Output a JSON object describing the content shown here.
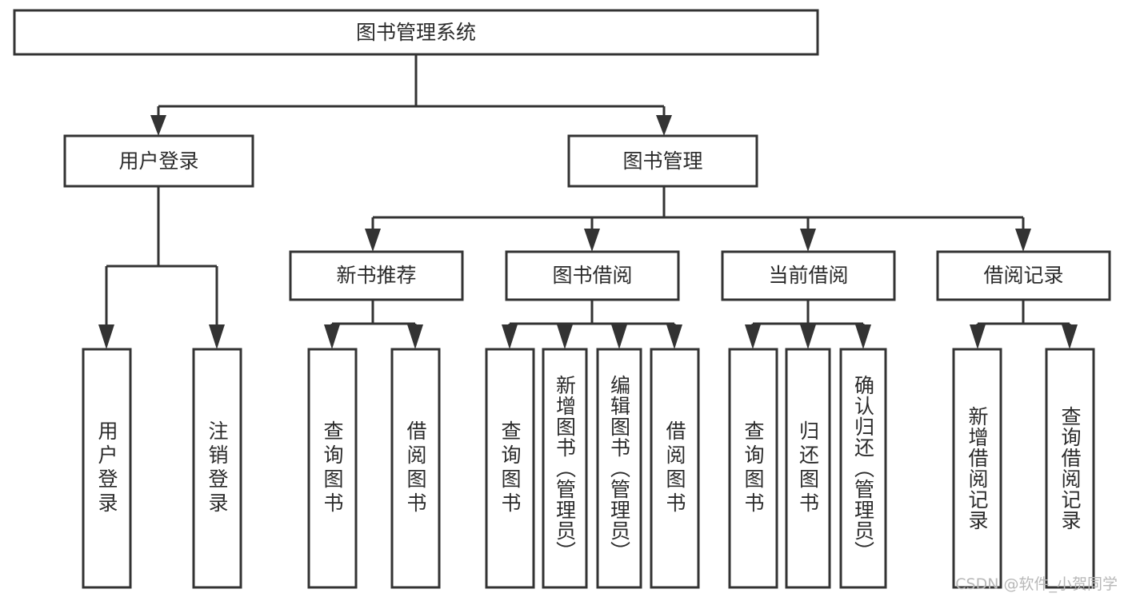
{
  "diagram": {
    "title": "图书管理系统",
    "type": "tree-hierarchy",
    "watermark": "CSDN @软件_小贺同学",
    "colors": {
      "stroke": "#333333",
      "fill": "#ffffff",
      "text": "#2b2b2b",
      "watermark": "#b8b8b8",
      "background": "#ffffff"
    },
    "levels": {
      "root": "图书管理系统",
      "level2": [
        "用户登录",
        "图书管理"
      ],
      "level3": [
        "新书推荐",
        "图书借阅",
        "当前借阅",
        "借阅记录"
      ],
      "level4": [
        "用户登录",
        "注销登录",
        "查询图书",
        "借阅图书",
        "查询图书",
        "新增图书（管理员）",
        "编辑图书（管理员）",
        "借阅图书",
        "查询图书",
        "归还图书",
        "确认归还（管理员）",
        "新增借阅记录",
        "查询借阅记录"
      ]
    },
    "nodes": {
      "root": {
        "label": "图书管理系统"
      },
      "user_login": {
        "label": "用户登录"
      },
      "book_manage": {
        "label": "图书管理"
      },
      "new_book_rec": {
        "label": "新书推荐"
      },
      "book_borrow": {
        "label": "图书借阅"
      },
      "current_borrow": {
        "label": "当前借阅"
      },
      "borrow_record": {
        "label": "借阅记录"
      },
      "leaf_user_login": {
        "label": "用户登录"
      },
      "leaf_logout": {
        "label": "注销登录"
      },
      "leaf_query_book_1": {
        "label": "查询图书"
      },
      "leaf_borrow_book_1": {
        "label": "借阅图书"
      },
      "leaf_query_book_2": {
        "label": "查询图书"
      },
      "leaf_add_book": {
        "label": "新增图书（管理员）"
      },
      "leaf_edit_book": {
        "label": "编辑图书（管理员）"
      },
      "leaf_borrow_book_2": {
        "label": "借阅图书"
      },
      "leaf_query_book_3": {
        "label": "查询图书"
      },
      "leaf_return_book": {
        "label": "归还图书"
      },
      "leaf_confirm_return": {
        "label": "确认归还（管理员）"
      },
      "leaf_add_record": {
        "label": "新增借阅记录"
      },
      "leaf_query_record": {
        "label": "查询借阅记录"
      }
    },
    "edges": [
      {
        "from": "root",
        "to": "user_login"
      },
      {
        "from": "root",
        "to": "book_manage"
      },
      {
        "from": "user_login",
        "to": "leaf_user_login"
      },
      {
        "from": "user_login",
        "to": "leaf_logout"
      },
      {
        "from": "book_manage",
        "to": "new_book_rec"
      },
      {
        "from": "book_manage",
        "to": "book_borrow"
      },
      {
        "from": "book_manage",
        "to": "current_borrow"
      },
      {
        "from": "book_manage",
        "to": "borrow_record"
      },
      {
        "from": "new_book_rec",
        "to": "leaf_query_book_1"
      },
      {
        "from": "new_book_rec",
        "to": "leaf_borrow_book_1"
      },
      {
        "from": "book_borrow",
        "to": "leaf_query_book_2"
      },
      {
        "from": "book_borrow",
        "to": "leaf_add_book"
      },
      {
        "from": "book_borrow",
        "to": "leaf_edit_book"
      },
      {
        "from": "book_borrow",
        "to": "leaf_borrow_book_2"
      },
      {
        "from": "current_borrow",
        "to": "leaf_query_book_3"
      },
      {
        "from": "current_borrow",
        "to": "leaf_return_book"
      },
      {
        "from": "current_borrow",
        "to": "leaf_confirm_return"
      },
      {
        "from": "borrow_record",
        "to": "leaf_add_record"
      },
      {
        "from": "borrow_record",
        "to": "leaf_query_record"
      }
    ]
  }
}
